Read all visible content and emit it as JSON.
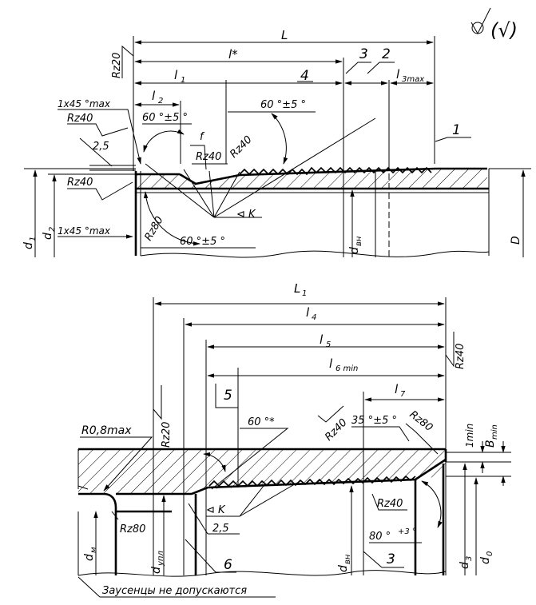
{
  "top_view": {
    "roughness_symbol": "(√)",
    "dims": {
      "L": "L",
      "l_star": "l*",
      "l1": "l",
      "l1_sub": "1",
      "l2": "l",
      "l2_sub": "2",
      "l3": "l",
      "l3_sub": "3max",
      "d1": "d",
      "d1_sub": "1",
      "d2": "d",
      "d2_sub": "2",
      "d_vn": "d",
      "d_vn_sub": "вн",
      "D": "D"
    },
    "callouts": {
      "n1": "1",
      "n2": "2",
      "n3": "3",
      "n4": "4"
    },
    "notes": {
      "rz20": "Rz20",
      "chamfer_top": "1x45 °max",
      "rz40_a": "Rz40",
      "val_2_5": "2,5",
      "angle_60_a": "60 °±5 °",
      "angle_60_b": "60 °±5 °",
      "angle_60_c": "60 °±5 °",
      "f": "f",
      "rz40_b": "Rz40",
      "rz40_c": "Rz40",
      "rz40_d": "Rz40",
      "rz80": "Rz80",
      "chamfer_bottom": "1x45 °max",
      "taper_k": "⊲ K"
    }
  },
  "bottom_view": {
    "dims": {
      "L1": "L",
      "L1_sub": "1",
      "l4": "l",
      "l4_sub": "4",
      "l5": "l",
      "l5_sub": "5",
      "l6": "l",
      "l6_sub": "6 min",
      "l7": "l",
      "l7_sub": "7",
      "dm": "d",
      "dm_sub": "м",
      "d_upl": "d",
      "d_upl_sub": "упл",
      "d_vn": "d",
      "d_vn_sub": "вн",
      "d3": "d",
      "d3_sub": "3",
      "d0": "d",
      "d0_sub": "0",
      "one_min": "1min",
      "B_min": "B",
      "B_min_sub": "min"
    },
    "callouts": {
      "n5": "5",
      "n6": "6",
      "n3": "3"
    },
    "notes": {
      "rz40_top": "Rz40",
      "rz20": "Rz20",
      "r08": "R0,8max",
      "angle_60": "60 °*",
      "rz40_a": "Rz40",
      "angle_35": "35 °±5 °",
      "rz80_a": "Rz80",
      "rz80_b": "Rz80",
      "taper_k": "⊲ K",
      "val_2_5": "2,5",
      "rz40_b": "Rz40",
      "angle_80": "80 °",
      "angle_80_tol": "+3 °",
      "burr_note": "Заусенцы не допускаются"
    }
  }
}
